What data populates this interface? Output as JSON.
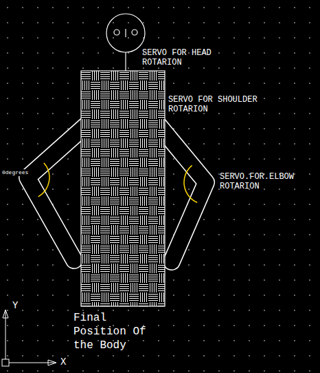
{
  "diagram": {
    "caption": "Final Position Of the Body",
    "labels": [
      "SERVO FOR HEAD ROTARION",
      "SERVO FOR SHOULDER ROTARION",
      "SERVO.FOR.ELBOW ROTARION",
      "0degrees",
      "Y",
      "X"
    ]
  }
}
